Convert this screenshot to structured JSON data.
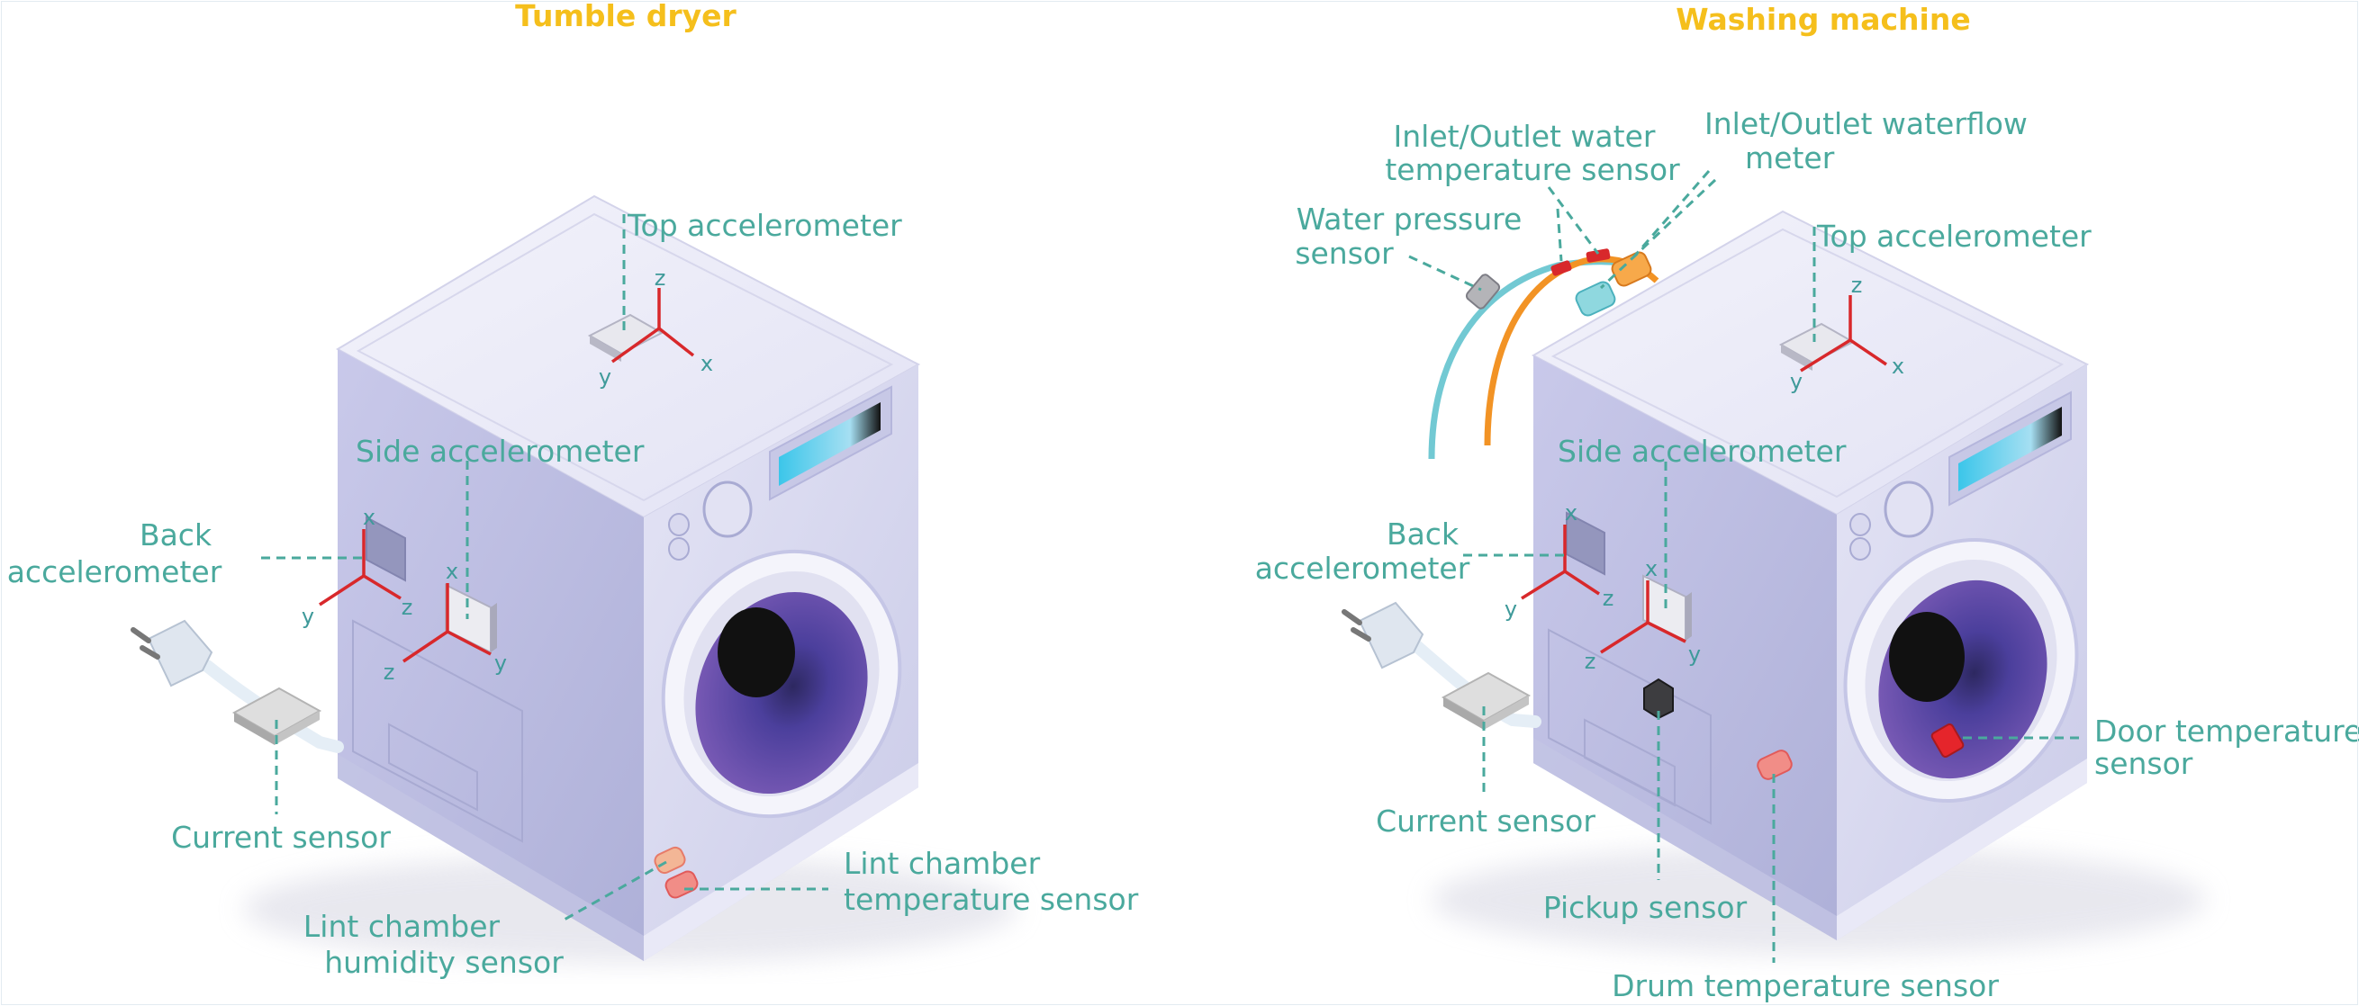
{
  "tumble_dryer": {
    "title": "Tumble dryer",
    "labels": {
      "top_accelerometer": "Top accelerometer",
      "side_accelerometer": "Side accelerometer",
      "back_accelerometer_1": "Back",
      "back_accelerometer_2": "accelerometer",
      "current_sensor": "Current sensor",
      "lint_temp_1": "Lint chamber",
      "lint_temp_2": "temperature sensor",
      "lint_humidity_1": "Lint chamber",
      "lint_humidity_2": "humidity sensor"
    }
  },
  "washing_machine": {
    "title": "Washing machine",
    "labels": {
      "inlet_temp_1": "Inlet/Outlet water",
      "inlet_temp_2": "temperature sensor",
      "waterflow_1": "Inlet/Outlet waterflow",
      "waterflow_2": "meter",
      "pressure_1": "Water pressure",
      "pressure_2": "sensor",
      "top_accelerometer": "Top accelerometer",
      "side_accelerometer": "Side accelerometer",
      "back_accelerometer_1": "Back",
      "back_accelerometer_2": "accelerometer",
      "current_sensor": "Current sensor",
      "pickup_sensor": "Pickup sensor",
      "drum_temp": "Drum temperature sensor",
      "door_temp_1": "Door temperature",
      "door_temp_2": "sensor"
    }
  },
  "axis_labels": {
    "x": "x",
    "y": "y",
    "z": "z"
  },
  "colors": {
    "title": "#f5bf1c",
    "label": "#4aa99d",
    "axis": "#d8282b",
    "machine_top": "#ededf8",
    "machine_front": "#d6d6ee",
    "machine_side": "#babbe0",
    "drum": "#4a3e96",
    "hose_blue": "#72c9d3",
    "hose_orange": "#f29325"
  }
}
